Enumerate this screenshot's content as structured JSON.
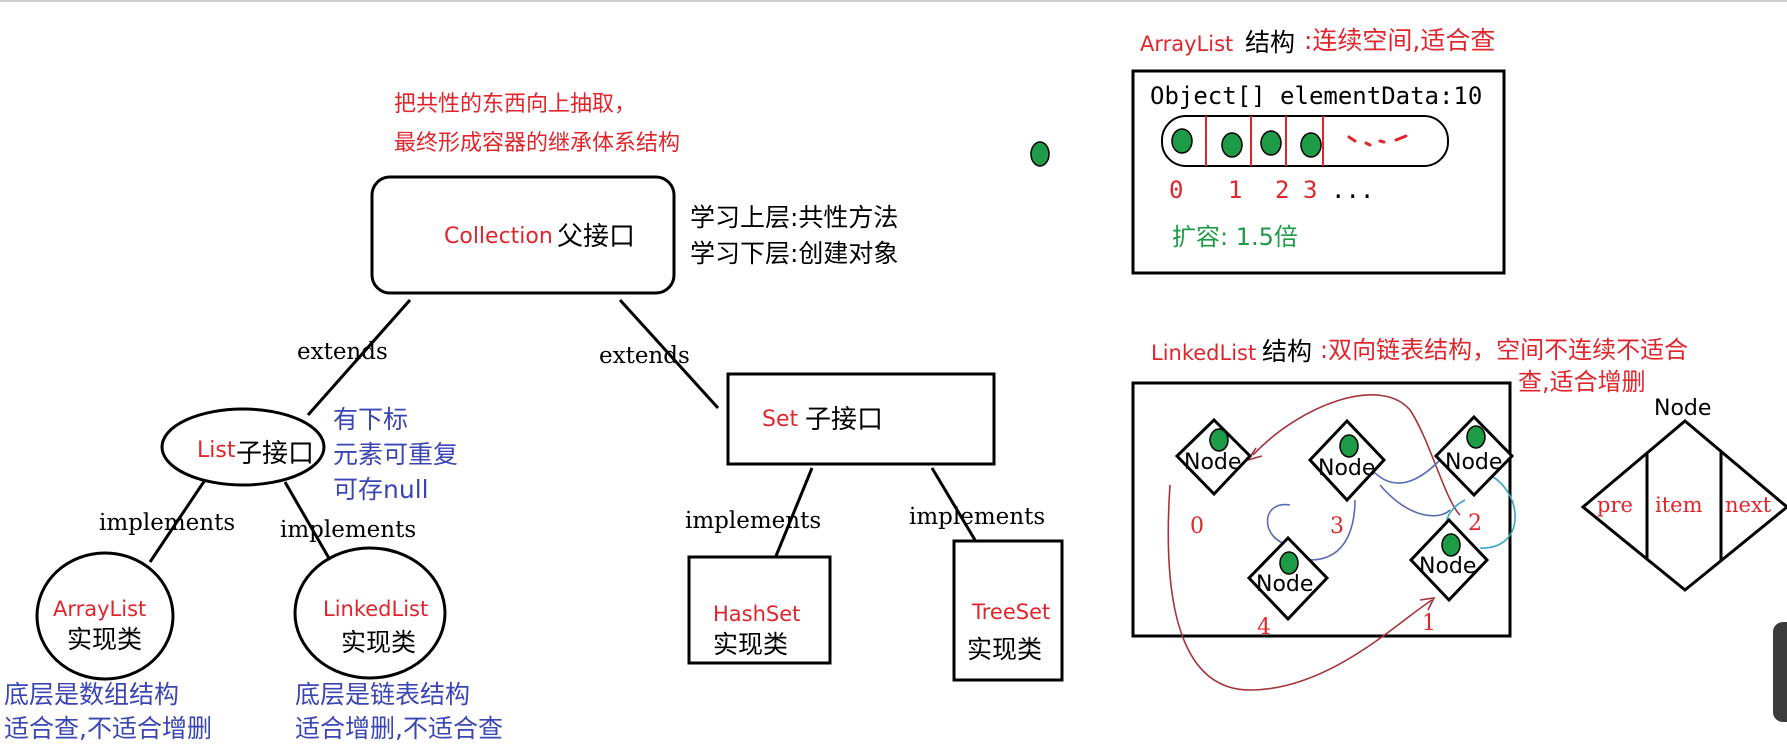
{
  "colors": {
    "red": "#e0262c",
    "blue": "#3b45b4",
    "green": "#1e9b46",
    "ink": "#000000",
    "dot": "#1e9b46",
    "curve_dark_red": "#a3353a",
    "curve_blue": "#5a6bb5",
    "curve_cyan": "#3aa7c9"
  },
  "note": {
    "line1": "把共性的东西向上抽取，",
    "line2": "最终形成容器的继承体系结构"
  },
  "collection": {
    "name": "Collection",
    "suffix": "父接口"
  },
  "study": {
    "upper": "学习上层:共性方法",
    "lower": "学习下层:创建对象"
  },
  "edges": {
    "extends_left": "extends",
    "extends_right": "extends",
    "impl_1": "implements",
    "impl_2": "implements",
    "impl_3": "implements",
    "impl_4": "implements"
  },
  "list": {
    "name": "List",
    "suffix": "子接口",
    "traits": [
      "有下标",
      "元素可重复",
      "可存null"
    ]
  },
  "set": {
    "name": "Set",
    "suffix": "子接口"
  },
  "arraylist": {
    "name": "ArrayList",
    "suffix": "实现类",
    "desc1": "底层是数组结构",
    "desc2": "适合查,不适合增删"
  },
  "linkedlist": {
    "name": "LinkedList",
    "suffix": "实现类",
    "desc1": "底层是链表结构",
    "desc2": "适合增删,不适合查"
  },
  "hashset": {
    "name": "HashSet",
    "suffix": "实现类"
  },
  "treeset": {
    "name": "TreeSet",
    "suffix": "实现类"
  },
  "arraylist_struct": {
    "title_red": "ArrayList",
    "title_black": "结构",
    "title_desc": ":连续空间,适合查",
    "field": "Object[] elementData:10",
    "indices": [
      "0",
      "1",
      "2",
      "3",
      "..."
    ],
    "grow": "扩容: 1.5倍"
  },
  "linkedlist_struct": {
    "title_red": "LinkedList",
    "title_black": "结构",
    "title_desc": ":双向链表结构，空间不连续不适合",
    "title_desc2": "查,适合增删",
    "node_label": "Node",
    "node_numbers": [
      "0",
      "3",
      "2",
      "4",
      "1"
    ]
  },
  "node_legend": {
    "title": "Node",
    "pre": "pre",
    "item": "item",
    "next": "next"
  }
}
